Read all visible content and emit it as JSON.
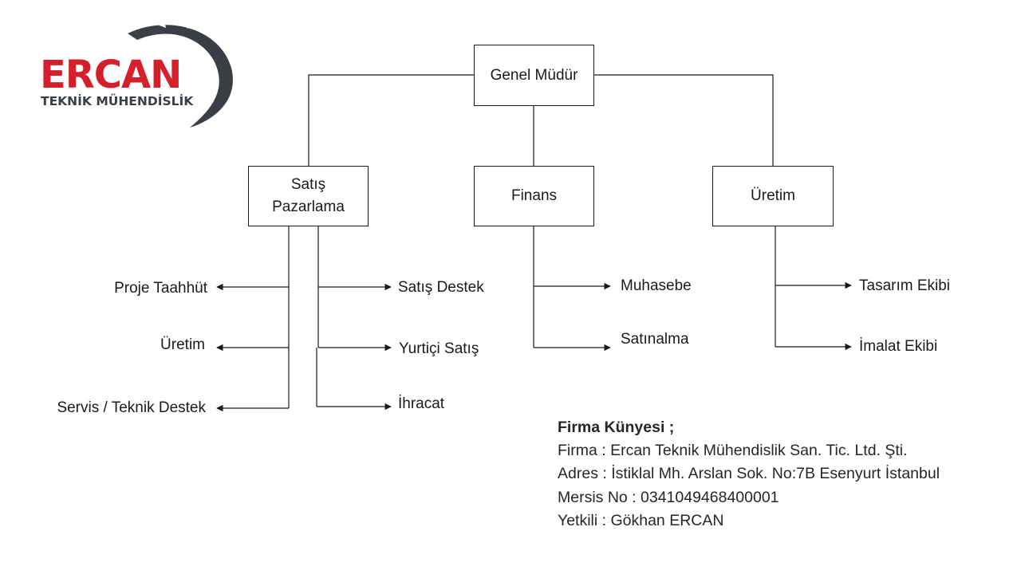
{
  "logo": {
    "brand": "ERCAN",
    "tagline": "TEKNİK MÜHENDİSLİK",
    "colors": {
      "brand_red": "#d4202a",
      "dark": "#3a3f46"
    }
  },
  "org": {
    "ceo": "Genel Müdür",
    "departments": {
      "sales_line1": "Satış",
      "sales_line2": "Pazarlama",
      "finance": "Finans",
      "production": "Üretim"
    },
    "sales_left": [
      "Proje Taahhüt",
      "Üretim",
      "Servis / Teknik Destek"
    ],
    "sales_right": [
      "Satış Destek",
      "Yurtiçi Satış",
      "İhracat"
    ],
    "finance_items": [
      "Muhasebe",
      "Satınalma"
    ],
    "production_items": [
      "Tasarım Ekibi",
      "İmalat Ekibi"
    ]
  },
  "company_info": {
    "heading": "Firma Künyesi ;",
    "company": "Firma : Ercan Teknik Mühendislik San. Tic. Ltd. Şti.",
    "address": "Adres : İstiklal Mh. Arslan Sok. No:7B Esenyurt İstanbul",
    "mersis": "Mersis No : 0341049468400001",
    "contact": "Yetkili : Gökhan ERCAN"
  }
}
